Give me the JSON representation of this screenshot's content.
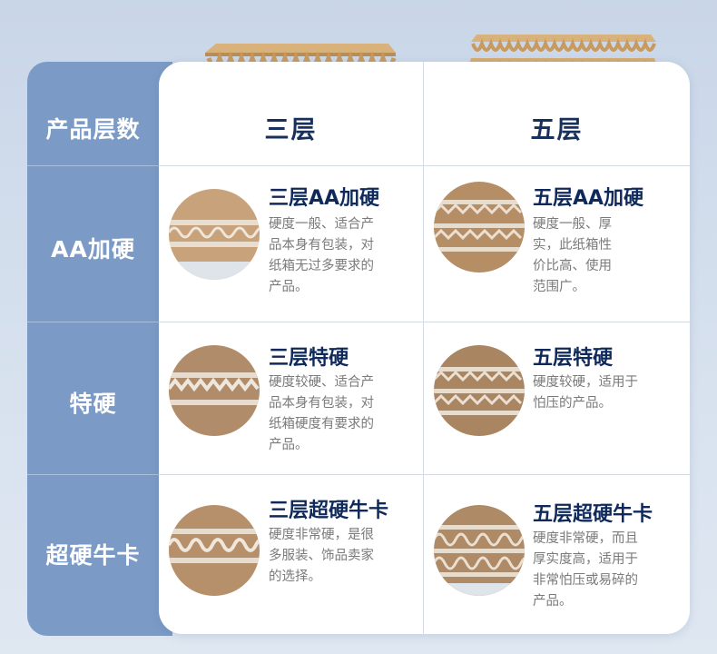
{
  "header_label": "产品层数",
  "columns": [
    "三层",
    "五层"
  ],
  "rows": [
    {
      "label": "AA加硬",
      "cells": [
        {
          "title": "三层AA加硬",
          "desc": [
            "硬度一般、适合产",
            "品本身有包装，对",
            "纸箱无过多要求的",
            "产品。"
          ]
        },
        {
          "title": "五层AA加硬",
          "desc": [
            "硬度一般、厚",
            "实，此纸箱性",
            "价比高、使用",
            "范围广。"
          ]
        }
      ]
    },
    {
      "label": "特硬",
      "cells": [
        {
          "title": "三层特硬",
          "desc": [
            "硬度较硬、适合产",
            "品本身有包装，对",
            "纸箱硬度有要求的",
            "产品。"
          ]
        },
        {
          "title": "五层特硬",
          "desc": [
            "硬度较硬，适用于",
            "怕压的产品。"
          ]
        }
      ]
    },
    {
      "label": "超硬牛卡",
      "cells": [
        {
          "title": "三层超硬牛卡",
          "desc": [
            "硬度非常硬，是很",
            "多服装、饰品卖家",
            "的选择。"
          ]
        },
        {
          "title": "五层超硬牛卡",
          "desc": [
            "硬度非常硬，而且",
            "厚实度高，适用于",
            "非常怕压或易碎的",
            "产品。"
          ]
        }
      ]
    }
  ],
  "colors": {
    "panel": "#7b9bc6",
    "title": "#0f2a5a",
    "desc": "#7a7a7a",
    "kraft": "#c9a06a"
  },
  "icons": [
    "three-layer-board-icon",
    "five-layer-board-icon",
    "corrugated-sample-icon"
  ]
}
